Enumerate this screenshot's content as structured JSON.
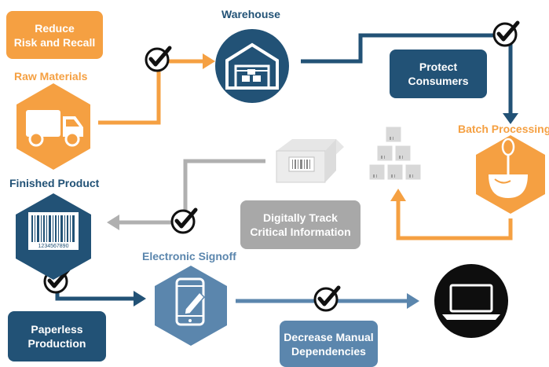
{
  "colors": {
    "orange": "#f5a042",
    "navy": "#225276",
    "steel": "#5b86ad",
    "gray": "#a8a8a8",
    "black": "#111111"
  },
  "labels": {
    "warehouse": "Warehouse",
    "raw_materials": "Raw Materials",
    "batch_processing": "Batch Processing",
    "finished_product": "Finished Product",
    "electronic_signoff": "Electronic Signoff"
  },
  "boxes": {
    "reduce_risk": "Reduce\nRisk and Recall",
    "protect_consumers": "Protect\nConsumers",
    "digitally_track": "Digitally Track\nCritical Information",
    "paperless": "Paperless\nProduction",
    "decrease_manual": "Decrease Manual\nDependencies"
  },
  "barcode_number": "1234567890",
  "icons": [
    "truck-icon",
    "warehouse-icon",
    "whisk-bowl-icon",
    "barcode-icon",
    "phone-edit-icon",
    "laptop-icon",
    "package-barcode-icon",
    "stacked-boxes-icon",
    "checkmark-icon"
  ]
}
